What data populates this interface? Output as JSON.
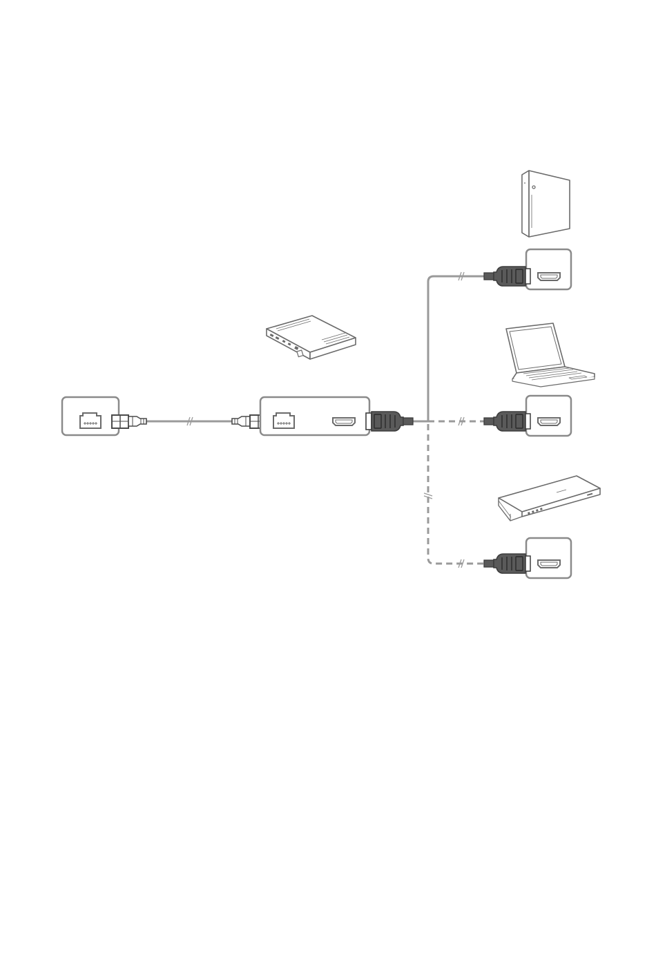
{
  "diagram": {
    "description_visible_text": "",
    "colors": {
      "outline": "#8a8a8a",
      "cable": "#9a9a9a",
      "connector_fill": "#5a5a5a",
      "connector_dark": "#3c3c3c",
      "port_fill": "#ffffff",
      "background": "#ffffff"
    },
    "nodes": [
      {
        "id": "lan-wall-port",
        "icon": "rj45-port-icon"
      },
      {
        "id": "extender-box",
        "icon": "hdbaset-receiver-icon"
      },
      {
        "id": "extender-port-panel",
        "icon": "rj45-and-hdmi-ports-icon"
      },
      {
        "id": "pc-tower",
        "icon": "desktop-pc-icon"
      },
      {
        "id": "pc-hdmi-port",
        "icon": "hdmi-port-icon"
      },
      {
        "id": "laptop",
        "icon": "laptop-icon"
      },
      {
        "id": "laptop-hdmi-port",
        "icon": "hdmi-port-icon"
      },
      {
        "id": "bluray-player",
        "icon": "bluray-player-icon"
      },
      {
        "id": "player-hdmi-port",
        "icon": "hdmi-port-icon"
      }
    ],
    "links": [
      {
        "from": "lan-wall-port",
        "to": "extender-port-panel",
        "cable": "lan",
        "style": "solid"
      },
      {
        "from": "extender-port-panel",
        "to": "pc-hdmi-port",
        "cable": "hdmi",
        "style": "solid"
      },
      {
        "from": "extender-port-panel",
        "to": "laptop-hdmi-port",
        "cable": "hdmi",
        "style": "dashed"
      },
      {
        "from": "extender-port-panel",
        "to": "player-hdmi-port",
        "cable": "hdmi",
        "style": "dashed"
      }
    ]
  }
}
